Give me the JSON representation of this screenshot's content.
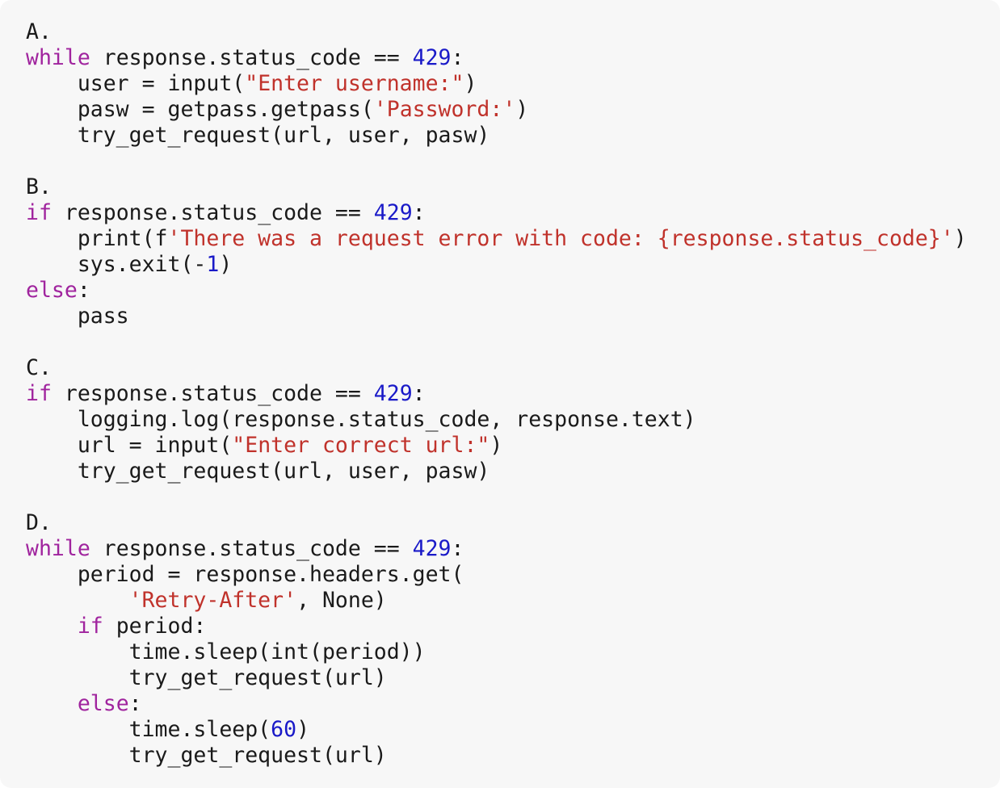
{
  "code_snippet": {
    "lines": [
      [
        {
          "t": "plain",
          "v": "A."
        }
      ],
      [
        {
          "t": "kw",
          "v": "while"
        },
        {
          "t": "plain",
          "v": " response.status_code == "
        },
        {
          "t": "num",
          "v": "429"
        },
        {
          "t": "plain",
          "v": ":"
        }
      ],
      [
        {
          "t": "plain",
          "v": "    user = input("
        },
        {
          "t": "str",
          "v": "\"Enter username:\""
        },
        {
          "t": "plain",
          "v": ")"
        }
      ],
      [
        {
          "t": "plain",
          "v": "    pasw = getpass.getpass("
        },
        {
          "t": "str",
          "v": "'Password:'"
        },
        {
          "t": "plain",
          "v": ")"
        }
      ],
      [
        {
          "t": "plain",
          "v": "    try_get_request(url, user, pasw)"
        }
      ],
      [],
      [
        {
          "t": "plain",
          "v": "B."
        }
      ],
      [
        {
          "t": "kw",
          "v": "if"
        },
        {
          "t": "plain",
          "v": " response.status_code == "
        },
        {
          "t": "num",
          "v": "429"
        },
        {
          "t": "plain",
          "v": ":"
        }
      ],
      [
        {
          "t": "plain",
          "v": "    print(f"
        },
        {
          "t": "str",
          "v": "'There was a request error with code: {response.status_code}'"
        },
        {
          "t": "plain",
          "v": ")"
        }
      ],
      [
        {
          "t": "plain",
          "v": "    sys.exit(-"
        },
        {
          "t": "num",
          "v": "1"
        },
        {
          "t": "plain",
          "v": ")"
        }
      ],
      [
        {
          "t": "kw",
          "v": "else"
        },
        {
          "t": "plain",
          "v": ":"
        }
      ],
      [
        {
          "t": "plain",
          "v": "    pass"
        }
      ],
      [],
      [
        {
          "t": "plain",
          "v": "C."
        }
      ],
      [
        {
          "t": "kw",
          "v": "if"
        },
        {
          "t": "plain",
          "v": " response.status_code == "
        },
        {
          "t": "num",
          "v": "429"
        },
        {
          "t": "plain",
          "v": ":"
        }
      ],
      [
        {
          "t": "plain",
          "v": "    logging.log(response.status_code, response.text)"
        }
      ],
      [
        {
          "t": "plain",
          "v": "    url = input("
        },
        {
          "t": "str",
          "v": "\"Enter correct url:\""
        },
        {
          "t": "plain",
          "v": ")"
        }
      ],
      [
        {
          "t": "plain",
          "v": "    try_get_request(url, user, pasw)"
        }
      ],
      [],
      [
        {
          "t": "plain",
          "v": "D."
        }
      ],
      [
        {
          "t": "kw",
          "v": "while"
        },
        {
          "t": "plain",
          "v": " response.status_code == "
        },
        {
          "t": "num",
          "v": "429"
        },
        {
          "t": "plain",
          "v": ":"
        }
      ],
      [
        {
          "t": "plain",
          "v": "    period = response.headers.get("
        }
      ],
      [
        {
          "t": "plain",
          "v": "        "
        },
        {
          "t": "str",
          "v": "'Retry-After'"
        },
        {
          "t": "plain",
          "v": ", None)"
        }
      ],
      [
        {
          "t": "plain",
          "v": "    "
        },
        {
          "t": "kw",
          "v": "if"
        },
        {
          "t": "plain",
          "v": " period:"
        }
      ],
      [
        {
          "t": "plain",
          "v": "        time.sleep(int(period))"
        }
      ],
      [
        {
          "t": "plain",
          "v": "        try_get_request(url)"
        }
      ],
      [
        {
          "t": "plain",
          "v": "    "
        },
        {
          "t": "kw",
          "v": "else"
        },
        {
          "t": "plain",
          "v": ":"
        }
      ],
      [
        {
          "t": "plain",
          "v": "        time.sleep("
        },
        {
          "t": "num",
          "v": "60"
        },
        {
          "t": "plain",
          "v": ")"
        }
      ],
      [
        {
          "t": "plain",
          "v": "        try_get_request(url)"
        }
      ]
    ]
  },
  "colors": {
    "keyword": "#a0249e",
    "string": "#c0322b",
    "number": "#1a1ac8",
    "text": "#1a1a1a",
    "background": "#f7f7f7"
  }
}
